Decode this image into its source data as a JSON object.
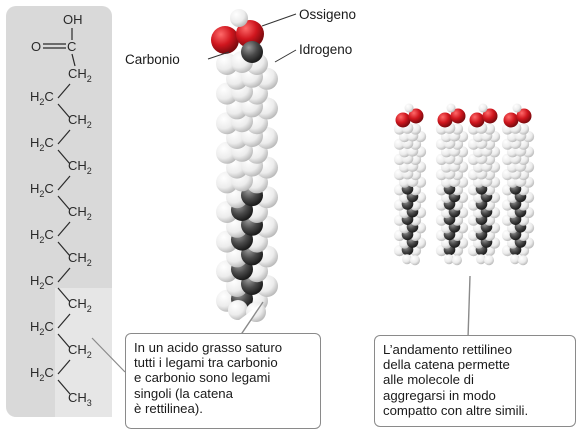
{
  "formula": {
    "oh": "OH",
    "o": "O",
    "c": "C",
    "ch2": "CH",
    "h2": "H",
    "c_left": "C",
    "ch3": "CH",
    "sub2": "2",
    "sub3": "3"
  },
  "labels": {
    "oxygen": "Ossigeno",
    "carbon": "Carbonio",
    "hydrogen": "Idrogeno"
  },
  "callouts": {
    "left": {
      "lines": [
        "In un acido grasso saturo",
        "tutti i legami tra carbonio",
        "e carbonio sono legami",
        "singoli (la catena",
        "è rettilinea)."
      ]
    },
    "right": {
      "lines": [
        "L’andamento rettilineo",
        "della catena permette",
        "alle molecole di",
        "aggregarsi in modo",
        "compatto con altre simili."
      ]
    }
  },
  "colors": {
    "panel": "#d9d9d9",
    "panel_light": "#e6e6e6",
    "oxygen": "#c8161d",
    "carbon": "#3a3a3a",
    "hydrogen": "#f2f2f2",
    "callout_border": "#8a8a8a"
  }
}
